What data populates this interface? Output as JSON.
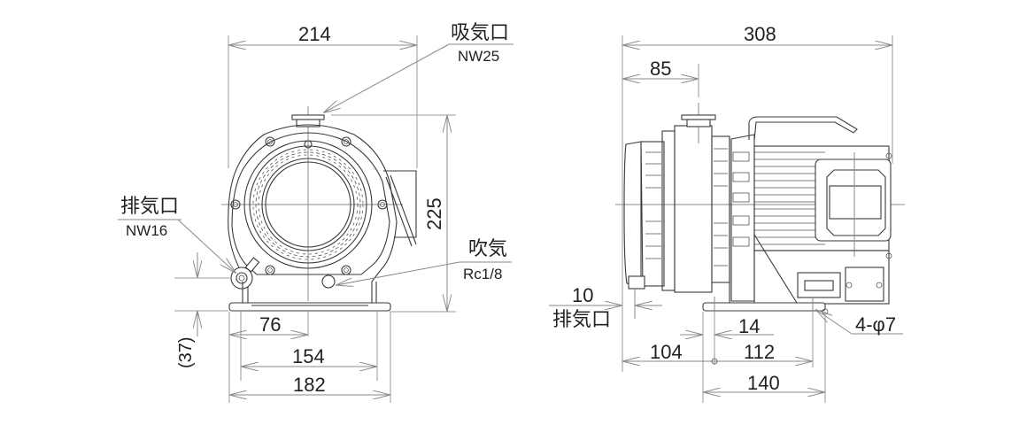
{
  "drawing": {
    "type": "dimension drawing",
    "units": "mm",
    "front_view": {
      "dimensions": {
        "overall_width": "214",
        "overall_height": "225",
        "exhaust_offset_height": "(37)",
        "center_to_left_foot": "76",
        "foot_hole_pitch": "154",
        "base_width": "182"
      },
      "callouts": {
        "inlet": {
          "label": "吸気口",
          "spec": "NW25"
        },
        "exhaust": {
          "label": "排気口",
          "spec": "NW16"
        },
        "purge": {
          "label": "吹気",
          "spec": "Rc1/8"
        }
      }
    },
    "side_view": {
      "dimensions": {
        "overall_length": "308",
        "inlet_offset": "85",
        "exhaust_offset": "10",
        "foot_hole_margin": "14",
        "front_to_foot_hole": "104",
        "foot_hole_pitch": "112",
        "base_length": "140"
      },
      "callouts": {
        "exhaust": {
          "label": "排気口"
        },
        "mounting_holes": {
          "spec": "4-φ7"
        }
      }
    }
  }
}
